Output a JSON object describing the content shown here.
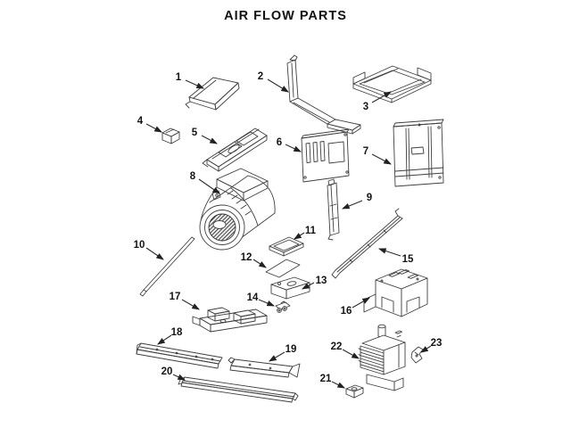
{
  "title": "AIR FLOW PARTS",
  "colors": {
    "background": "#ffffff",
    "line_art": "#3f3f3f",
    "label_text": "#141414"
  },
  "diagram": {
    "kind": "exploded-parts-diagram",
    "callouts": [
      {
        "number": "1"
      },
      {
        "number": "2"
      },
      {
        "number": "3"
      },
      {
        "number": "4"
      },
      {
        "number": "5"
      },
      {
        "number": "6"
      },
      {
        "number": "7"
      },
      {
        "number": "8"
      },
      {
        "number": "9"
      },
      {
        "number": "10"
      },
      {
        "number": "11"
      },
      {
        "number": "12"
      },
      {
        "number": "13"
      },
      {
        "number": "14"
      },
      {
        "number": "15"
      },
      {
        "number": "16"
      },
      {
        "number": "17"
      },
      {
        "number": "18"
      },
      {
        "number": "19"
      },
      {
        "number": "20"
      },
      {
        "number": "21"
      },
      {
        "number": "22"
      },
      {
        "number": "23"
      }
    ]
  }
}
